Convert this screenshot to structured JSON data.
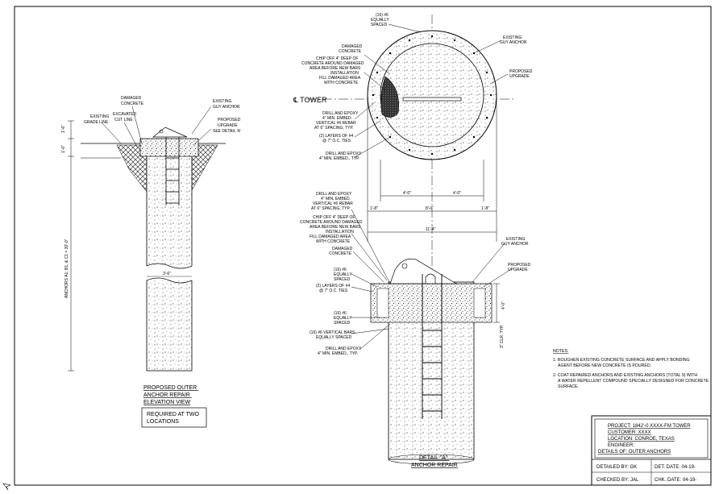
{
  "left_view": {
    "title_lines": [
      "PROPOSED OUTER",
      "ANCHOR REPAIR",
      "ELEVATION VIEW"
    ],
    "required_box": [
      "REQUIRED AT TWO",
      "LOCATIONS"
    ],
    "labels": {
      "damaged_concrete": [
        "DAMAGED",
        "CONCRETE"
      ],
      "existing_grade": [
        "EXISTING",
        "GRADE LINE"
      ],
      "excavated": [
        "EXCAVATED",
        "CUT LINE"
      ],
      "existing_guy": [
        "EXISTING",
        "GUY ANCHOR"
      ],
      "proposed_upgrade": [
        "PROPOSED",
        "UPGRADE",
        "SEE DETAIL 'A'"
      ],
      "dim_top": "1'-6\"",
      "dim_mid": "1'-0\"",
      "dim_width": "3'-6\"",
      "vertical": "ANCHORS A1, B1, & C1 = 30'-0\""
    }
  },
  "plan_view": {
    "tower_label": "℄ TOWER",
    "labels": {
      "bars_top": [
        "(16) #6",
        "EQUALLY",
        "SPACED"
      ],
      "damaged_concrete": [
        "DAMAGED",
        "CONCRETE"
      ],
      "chip_off": [
        "CHIP OFF 4\" DEEP OF",
        "CONCRETE AROUND DAMAGED",
        "AREA BEFORE NEW BARS",
        "INSTALLATION",
        "FILL DAMAGED AREA",
        "WITH CONCRETE"
      ],
      "drill_epoxy": [
        "DRILL AND EPOXY",
        "4\" MIN. EMBED.",
        "VERTICAL #6 REBAR",
        "AT 6\" SPACING, TYP."
      ],
      "layers": [
        "(2) LAYERS OF #4",
        "@ 7\" O.C. TIES"
      ],
      "drill_epoxy_2": [
        "DRILL AND EPOXY",
        "4\" MIN. EMBED., TYP."
      ],
      "existing_guy": [
        "EXISTING",
        "GUY ANCHOR"
      ],
      "proposed_upgrade": [
        "PROPOSED",
        "UPGRADE"
      ]
    },
    "dims": {
      "half_left": "4'-0\"",
      "half_right": "4'-0\"",
      "edge_left": "1'-8\"",
      "center": "8'-0\"",
      "edge_right": "1'-8\"",
      "overall": "11'-4\""
    }
  },
  "detail_a": {
    "title_lines": [
      "DETAIL \"A\"",
      "ANCHOR REPAIR"
    ],
    "labels": {
      "drill_epoxy": [
        "DRILL AND EPOXY",
        "4\" MIN. EMBED.",
        "VERTICAL #6 REBAR",
        "AT 6\" SPACING, TYP."
      ],
      "chip_off": [
        "CHIP OFF 4\" DEEP OF",
        "CONCRETE AROUND DAMAGED",
        "AREA BEFORE NEW BARS",
        "INSTALLATION",
        "FILL DAMAGED AREA",
        "WITH CONCRETE"
      ],
      "damaged_concrete": [
        "DAMAGED",
        "CONCRETE"
      ],
      "bars16": [
        "(16) #6",
        "EQUALLY",
        "SPACED"
      ],
      "layers": [
        "(2) LAYERS OF #4",
        "@ 7\" O.C. TIES"
      ],
      "bars16b": [
        "(16) #6",
        "EQUALLY",
        "SPACED"
      ],
      "vertical_bars": [
        "(16) #6 VERTICAL BARS",
        "EQUALLY SPACED"
      ],
      "drill_epoxy_2": [
        "DRILL AND EPOXY",
        "4\" MIN. EMBED., TYP."
      ],
      "existing_guy": [
        "EXISTING",
        "GUY ANCHOR"
      ],
      "proposed_upgrade": [
        "PROPOSED",
        "UPGRADE"
      ],
      "dim_height": "4'-0\"",
      "dim_clr": "3\" CLR. TYP."
    }
  },
  "notes": {
    "heading": "NOTES:",
    "items": [
      [
        "1. ROUGHEN EXISTING CONCRETE SURFACE AND APPLY BONDING",
        "AGENT BEFORE NEW CONCRETE IS POURED."
      ],
      [
        "2. COAT REPAIRED ANCHORS AND EXISTING ANCHORS (TOTAL 9) WITH",
        "A WATER REPELLENT COMPOUND SPECIALLY DESIGNED FOR CONCRETE",
        "SURFACE."
      ]
    ]
  },
  "title_block": {
    "project": "PROJECT: 1842'-0 XXXX-FM TOWER",
    "customer": "CUSTOMER: XXXX",
    "location": "LOCATION: CONROE, TEXAS",
    "engineer": "ENGINEER:",
    "details": "DETAILS OF: OUTER ANCHORS",
    "detailed_by": "DETAILED BY: GK",
    "det_date": "DET. DATE: 04-19-",
    "checked_by": "CHECKED BY: JAL",
    "chk_date": "CHK. DATE: 04-19-"
  }
}
